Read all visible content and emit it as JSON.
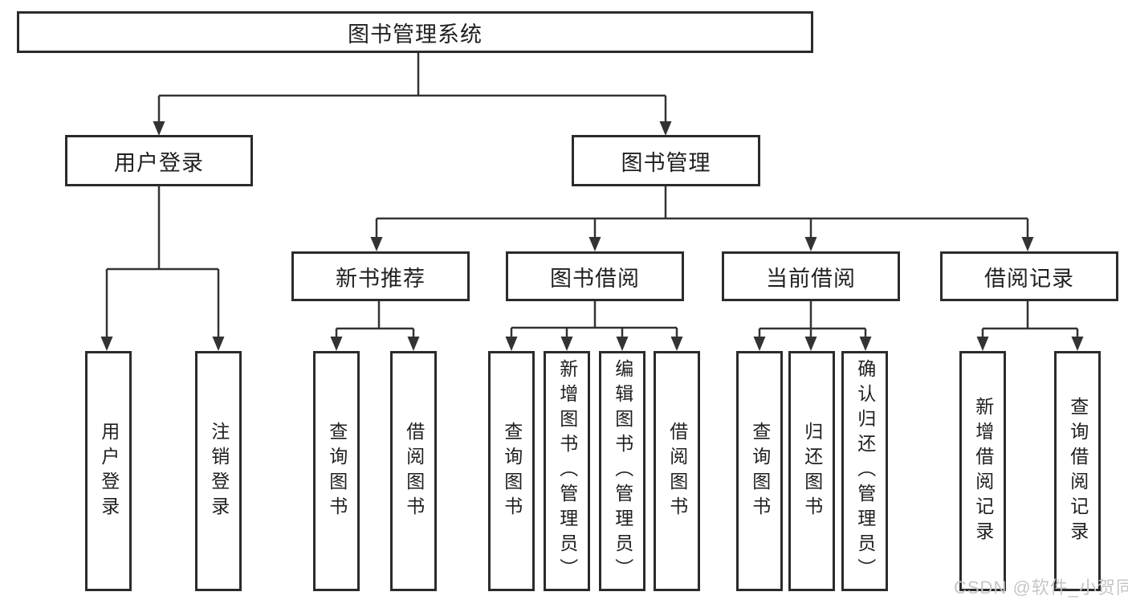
{
  "colors": {
    "line": "#333333",
    "box_border": "#2b2b2b",
    "text": "#1f1f1f",
    "watermark": "#c6c6c6",
    "background": "#ffffff"
  },
  "diagram": {
    "type": "hierarchy-tree",
    "root": {
      "label": "图书管理系统"
    },
    "branches": [
      {
        "label": "用户登录",
        "children": [
          {
            "label": "用户登录"
          },
          {
            "label": "注销登录"
          }
        ]
      },
      {
        "label": "图书管理",
        "children": [
          {
            "label": "新书推荐",
            "children": [
              {
                "label": "查询图书"
              },
              {
                "label": "借阅图书"
              }
            ]
          },
          {
            "label": "图书借阅",
            "children": [
              {
                "label": "查询图书"
              },
              {
                "label": "新增图书（管理员）"
              },
              {
                "label": "编辑图书（管理员）"
              },
              {
                "label": "借阅图书"
              }
            ]
          },
          {
            "label": "当前借阅",
            "children": [
              {
                "label": "查询图书"
              },
              {
                "label": "归还图书"
              },
              {
                "label": "确认归还（管理员）"
              }
            ]
          },
          {
            "label": "借阅记录",
            "children": [
              {
                "label": "新增借阅记录"
              },
              {
                "label": "查询借阅记录"
              }
            ]
          }
        ]
      }
    ]
  },
  "watermark": {
    "label": "CSDN @软件_小贺同学"
  }
}
